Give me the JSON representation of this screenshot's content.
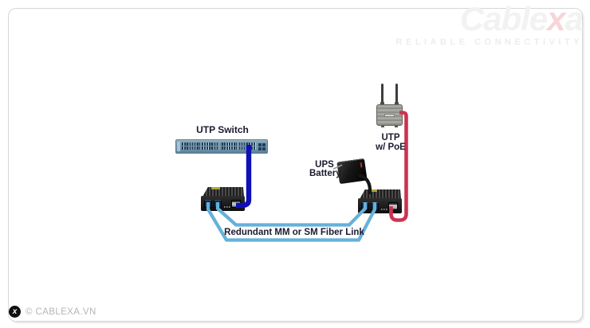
{
  "brand": {
    "name": "Cablexa",
    "logo_prefix": "Cable",
    "logo_accent": "x",
    "logo_suffix": "a",
    "tagline": "RELIABLE CONNECTIVITY",
    "logo_color": "#f2f2f2",
    "logo_accent_color": "#f6d5d8",
    "tagline_color": "#ededed"
  },
  "diagram": {
    "switch_label": "UTP Switch",
    "ap_label_line1": "UTP",
    "ap_label_line2": "w/ PoE",
    "ups_label_line1": "UPS",
    "ups_label_line2": "Battery",
    "fiber_label": "Redundant MM or SM Fiber Link",
    "label_color": "#1b1b30",
    "cables": {
      "utp_color": "#0f10b8",
      "poe_color": "#cb3350",
      "fiber_color": "#65b1da",
      "power_color": "#161616",
      "leader_color": "#999999"
    },
    "devices": {
      "switch": "utp-switch",
      "converter_left": "fiber-media-converter",
      "converter_right": "fiber-media-converter",
      "ups": "ups-battery",
      "access_point": "wireless-access-point"
    }
  },
  "footer": {
    "icon": "cablexa-mark-icon",
    "icon_glyph": "x",
    "copyright": "© CABLEXA.VN",
    "text_color": "#b5b5b5"
  }
}
